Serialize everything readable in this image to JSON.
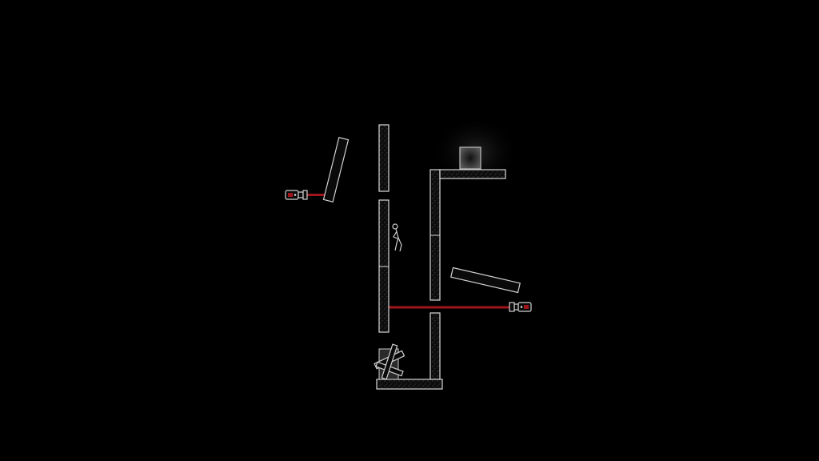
{
  "scene": {
    "background_color": "#000000",
    "laser_color": "#a0141c",
    "outline_color": "#d8d8d8",
    "lasers": [
      {
        "name": "laser-emitter-left",
        "facing": "right"
      },
      {
        "name": "laser-emitter-right",
        "facing": "left"
      }
    ]
  }
}
